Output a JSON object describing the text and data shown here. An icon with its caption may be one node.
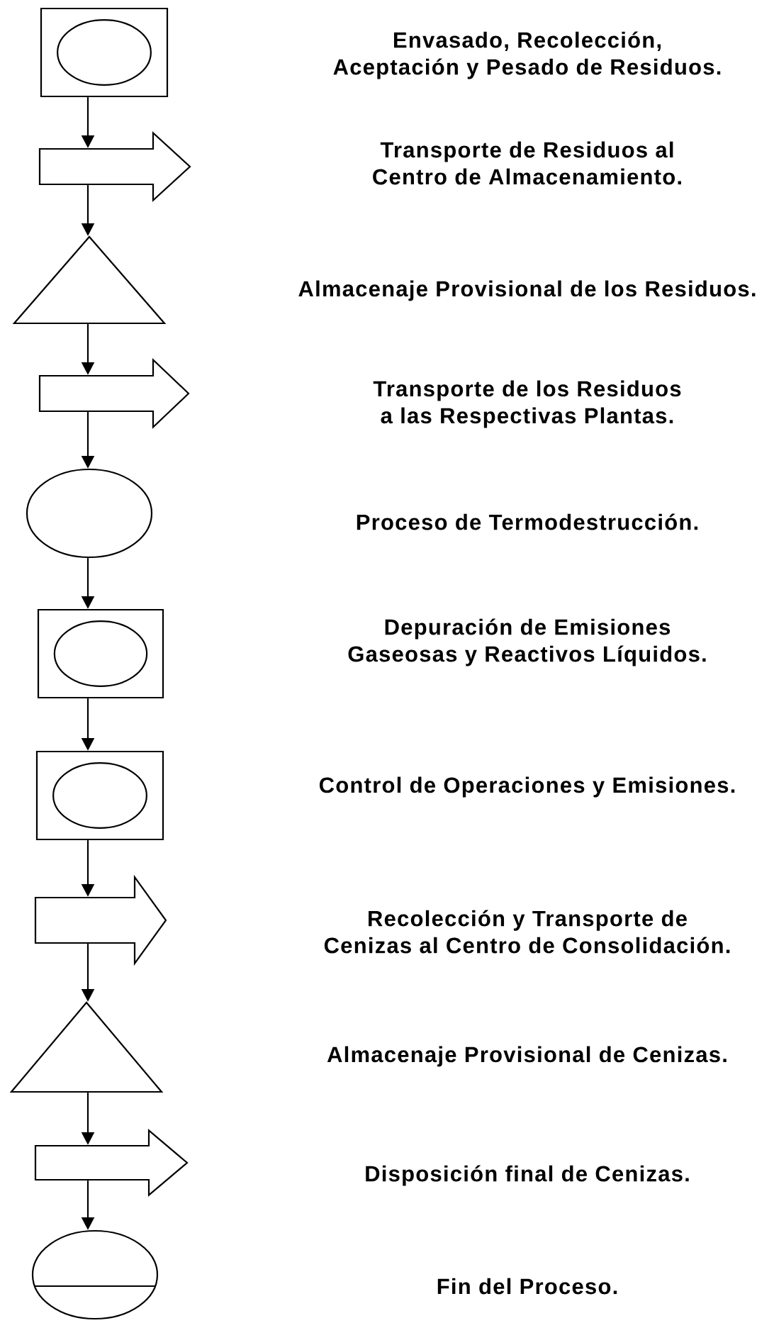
{
  "diagram": {
    "nodes": [
      {
        "text": [],
        "shape": "box"
      },
      {
        "text": [],
        "shape": "arrow"
      },
      {
        "text": [],
        "shape": "triangle"
      },
      {
        "text": [],
        "shape": "arrow"
      },
      {
        "text": [],
        "shape": "ellipse"
      },
      {
        "text": [],
        "shape": "box"
      },
      {
        "text": [],
        "shape": "box"
      },
      {
        "text": [],
        "shape": "arrow"
      },
      {
        "text": [],
        "shape": "triangle"
      },
      {
        "text": [],
        "shape": "arrow"
      },
      {
        "text": [],
        "shape": "terminal"
      }
    ],
    "edges": [
      {
        "from": 0,
        "to": 1,
        "arrow": "to"
      },
      {
        "from": 1,
        "to": 2,
        "arrow": "to"
      },
      {
        "from": 2,
        "to": 3,
        "arrow": "to"
      },
      {
        "from": 3,
        "to": 4,
        "arrow": "to"
      },
      {
        "from": 4,
        "to": 5,
        "arrow": "to"
      },
      {
        "from": 5,
        "to": 6,
        "arrow": "to"
      },
      {
        "from": 6,
        "to": 7,
        "arrow": "to"
      },
      {
        "from": 7,
        "to": 8,
        "arrow": "to"
      },
      {
        "from": 8,
        "to": 9,
        "arrow": "to"
      },
      {
        "from": 9,
        "to": 10,
        "arrow": "to"
      }
    ],
    "labels": [
      "Envasado, Recolección, Aceptación y Pesado de Residuos.",
      "Transporte de Residuos al Centro de Almacenamiento.",
      "Almacenaje Provisional de los Residuos.",
      "Transporte de los Residuos a las Respectivas Plantas.",
      "Proceso de Termodestrucción.",
      "Depuración de Emisiones Gaseosas y Reactivos Líquidos.",
      "Control de Operaciones y Emisiones.",
      "Recolección y Transporte de Cenizas al Centro de Consolidación.",
      "Almacenaje Provisional de Cenizas.",
      "Disposición final de Cenizas.",
      "Fin del Proceso."
    ]
  }
}
